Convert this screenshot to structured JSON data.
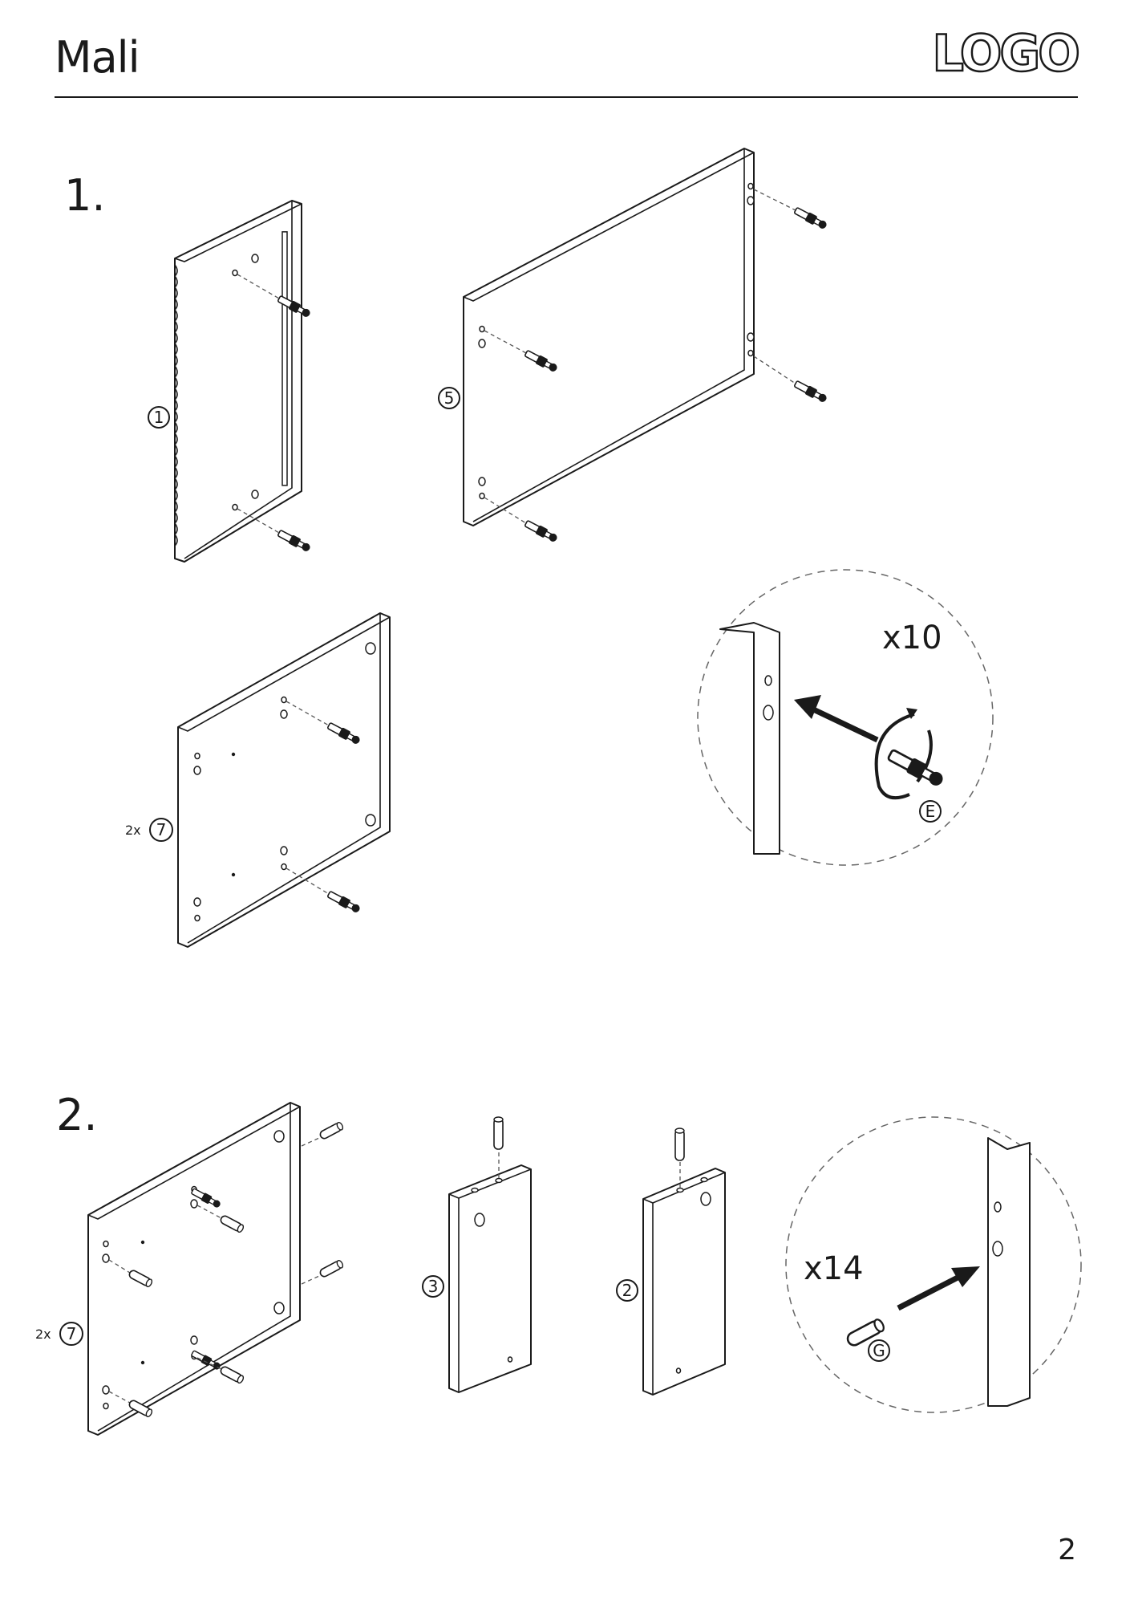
{
  "header": {
    "title": "Mali",
    "logo": "LOGO"
  },
  "steps": [
    {
      "number": "1.",
      "parts": [
        {
          "id": "1",
          "label": "1"
        },
        {
          "id": "5",
          "label": "5"
        },
        {
          "id": "7",
          "label": "7",
          "quantity": "2x"
        }
      ],
      "detail": {
        "count": "x10",
        "hardware": "E",
        "hardware_icon": "cam-bolt-icon"
      }
    },
    {
      "number": "2.",
      "parts": [
        {
          "id": "7",
          "label": "7",
          "quantity": "2x"
        },
        {
          "id": "3",
          "label": "3"
        },
        {
          "id": "2",
          "label": "2"
        }
      ],
      "detail": {
        "count": "x14",
        "hardware": "G",
        "hardware_icon": "wooden-dowel-icon"
      }
    }
  ],
  "page_number": "2"
}
